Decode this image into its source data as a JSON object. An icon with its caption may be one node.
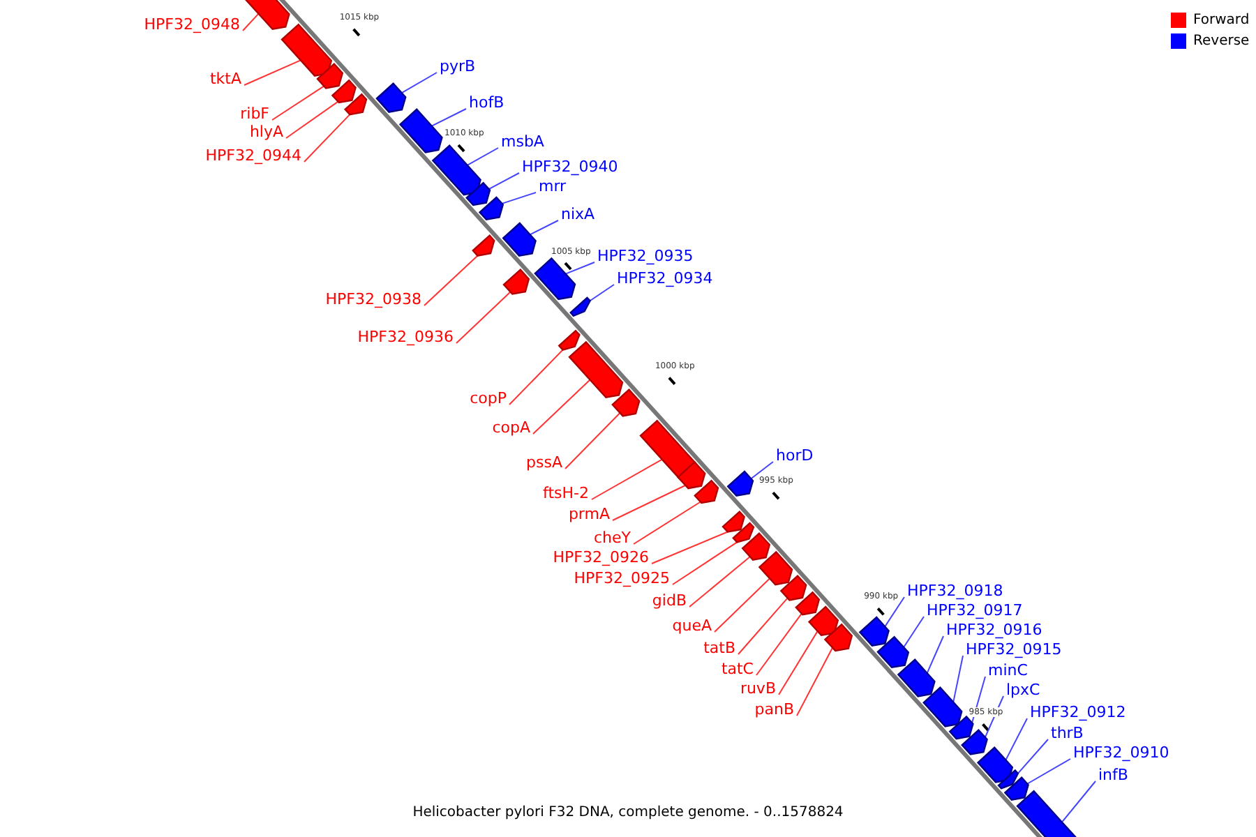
{
  "diagram": {
    "caption": "Helicobacter pylori F32 DNA, complete genome. - 0..1578824",
    "nodes": [
      {
        "text": [
          "HPF32_0948"
        ]
      },
      {
        "text": [],
        "shape": "arrow"
      },
      {
        "text": [
          "tktA"
        ]
      },
      {
        "text": [],
        "shape": "arrow"
      },
      {
        "text": [
          "ribF"
        ]
      },
      {
        "text": [],
        "shape": "arrow"
      },
      {
        "text": [
          "hlyA"
        ]
      },
      {
        "text": [],
        "shape": "arrow"
      },
      {
        "text": [
          "HPF32_0944"
        ]
      },
      {
        "text": [],
        "shape": "arrow"
      },
      {
        "text": [
          "pyrB"
        ]
      },
      {
        "text": [],
        "shape": "arrow"
      },
      {
        "text": [
          "hofB"
        ]
      },
      {
        "text": [],
        "shape": "arrow"
      },
      {
        "text": [
          "msbA"
        ]
      },
      {
        "text": [],
        "shape": "arrow"
      },
      {
        "text": [
          "HPF32_0940"
        ]
      },
      {
        "text": [],
        "shape": "arrow"
      },
      {
        "text": [
          "mrr"
        ]
      },
      {
        "text": [],
        "shape": "arrow"
      },
      {
        "text": [
          "HPF32_0938"
        ]
      },
      {
        "text": [],
        "shape": "arrow"
      },
      {
        "text": [
          "nixA"
        ]
      },
      {
        "text": [],
        "shape": "arrow"
      },
      {
        "text": [
          "HPF32_0936"
        ]
      },
      {
        "text": [],
        "shape": "arrow"
      },
      {
        "text": [
          "HPF32_0935"
        ]
      },
      {
        "text": [],
        "shape": "arrow"
      },
      {
        "text": [
          "HPF32_0934"
        ]
      },
      {
        "text": [],
        "shape": "arrow"
      },
      {
        "text": [
          "copP"
        ]
      },
      {
        "text": [],
        "shape": "arrow"
      },
      {
        "text": [
          "copA"
        ]
      },
      {
        "text": [],
        "shape": "arrow"
      },
      {
        "text": [
          "pssA"
        ]
      },
      {
        "text": [],
        "shape": "arrow"
      },
      {
        "text": [
          "ftsH-2"
        ]
      },
      {
        "text": [],
        "shape": "arrow"
      },
      {
        "text": [
          "prmA"
        ]
      },
      {
        "text": [],
        "shape": "arrow"
      },
      {
        "text": [
          "cheY"
        ]
      },
      {
        "text": [],
        "shape": "arrow"
      },
      {
        "text": [
          "horD"
        ]
      },
      {
        "text": [],
        "shape": "arrow"
      },
      {
        "text": [
          "HPF32_0926"
        ]
      },
      {
        "text": [],
        "shape": "arrow"
      },
      {
        "text": [
          "HPF32_0925"
        ]
      },
      {
        "text": [],
        "shape": "arrow"
      },
      {
        "text": [
          "gidB"
        ]
      },
      {
        "text": [],
        "shape": "arrow"
      },
      {
        "text": [
          "queA"
        ]
      },
      {
        "text": [],
        "shape": "arrow"
      },
      {
        "text": [
          "tatB"
        ]
      },
      {
        "text": [],
        "shape": "arrow"
      },
      {
        "text": [
          "tatC"
        ]
      },
      {
        "text": [],
        "shape": "arrow"
      },
      {
        "text": [
          "ruvB"
        ]
      },
      {
        "text": [],
        "shape": "arrow"
      },
      {
        "text": [
          "panB"
        ]
      },
      {
        "text": [],
        "shape": "arrow"
      },
      {
        "text": [
          "HPF32_0918"
        ]
      },
      {
        "text": [],
        "shape": "arrow"
      },
      {
        "text": [
          "HPF32_0917"
        ]
      },
      {
        "text": [],
        "shape": "arrow"
      },
      {
        "text": [
          "HPF32_0916"
        ]
      },
      {
        "text": [],
        "shape": "arrow"
      },
      {
        "text": [
          "HPF32_0915"
        ]
      },
      {
        "text": [],
        "shape": "arrow"
      },
      {
        "text": [
          "minC"
        ]
      },
      {
        "text": [],
        "shape": "arrow"
      },
      {
        "text": [
          "lpxC"
        ]
      },
      {
        "text": [],
        "shape": "arrow"
      },
      {
        "text": [
          "HPF32_0912"
        ]
      },
      {
        "text": [],
        "shape": "arrow"
      },
      {
        "text": [
          "thrB"
        ]
      },
      {
        "text": [],
        "shape": "arrow"
      },
      {
        "text": [
          "HPF32_0910"
        ]
      },
      {
        "text": [],
        "shape": "arrow"
      },
      {
        "text": [
          "infB"
        ]
      },
      {
        "text": [],
        "shape": "arrow"
      }
    ],
    "edges": [
      {
        "from": 0,
        "to": 1,
        "arrow": "none"
      },
      {
        "from": 2,
        "to": 3,
        "arrow": "none"
      },
      {
        "from": 4,
        "to": 5,
        "arrow": "none"
      },
      {
        "from": 6,
        "to": 7,
        "arrow": "none"
      },
      {
        "from": 8,
        "to": 9,
        "arrow": "none"
      },
      {
        "from": 10,
        "to": 11,
        "arrow": "none",
        "color": "#4444ff"
      },
      {
        "from": 12,
        "to": 13,
        "arrow": "none",
        "color": "#4444ff"
      },
      {
        "from": 14,
        "to": 15,
        "arrow": "none",
        "color": "#4444ff"
      },
      {
        "from": 16,
        "to": 17,
        "arrow": "none",
        "color": "#4444ff"
      },
      {
        "from": 18,
        "to": 19,
        "arrow": "none",
        "color": "#4444ff"
      },
      {
        "from": 20,
        "to": 21,
        "arrow": "none"
      },
      {
        "from": 22,
        "to": 23,
        "arrow": "none",
        "color": "#4444ff"
      },
      {
        "from": 24,
        "to": 25,
        "arrow": "none"
      },
      {
        "from": 26,
        "to": 27,
        "arrow": "none",
        "color": "#4444ff"
      },
      {
        "from": 28,
        "to": 29,
        "arrow": "none",
        "color": "#4444ff"
      },
      {
        "from": 30,
        "to": 31,
        "arrow": "none"
      },
      {
        "from": 32,
        "to": 33,
        "arrow": "none"
      },
      {
        "from": 34,
        "to": 35,
        "arrow": "none"
      },
      {
        "from": 36,
        "to": 37,
        "arrow": "none"
      },
      {
        "from": 38,
        "to": 39,
        "arrow": "none"
      },
      {
        "from": 40,
        "to": 41,
        "arrow": "none"
      },
      {
        "from": 42,
        "to": 43,
        "arrow": "none",
        "color": "#4444ff"
      },
      {
        "from": 44,
        "to": 45,
        "arrow": "none"
      },
      {
        "from": 46,
        "to": 47,
        "arrow": "none"
      },
      {
        "from": 48,
        "to": 49,
        "arrow": "none"
      },
      {
        "from": 50,
        "to": 51,
        "arrow": "none"
      },
      {
        "from": 52,
        "to": 53,
        "arrow": "none"
      },
      {
        "from": 54,
        "to": 55,
        "arrow": "none"
      },
      {
        "from": 56,
        "to": 57,
        "arrow": "none"
      },
      {
        "from": 58,
        "to": 59,
        "arrow": "none"
      },
      {
        "from": 60,
        "to": 61,
        "arrow": "none",
        "color": "#4444ff"
      },
      {
        "from": 62,
        "to": 63,
        "arrow": "none",
        "color": "#4444ff"
      },
      {
        "from": 64,
        "to": 65,
        "arrow": "none",
        "color": "#4444ff"
      },
      {
        "from": 66,
        "to": 67,
        "arrow": "none",
        "color": "#4444ff"
      },
      {
        "from": 68,
        "to": 69,
        "arrow": "none",
        "color": "#4444ff"
      },
      {
        "from": 70,
        "to": 71,
        "arrow": "none",
        "color": "#4444ff"
      },
      {
        "from": 72,
        "to": 73,
        "arrow": "none",
        "color": "#4444ff"
      },
      {
        "from": 74,
        "to": 75,
        "arrow": "none",
        "color": "#4444ff"
      },
      {
        "from": 76,
        "to": 77,
        "arrow": "none",
        "color": "#4444ff"
      },
      {
        "from": 78,
        "to": 79,
        "arrow": "none",
        "color": "#4444ff"
      }
    ],
    "labels": [
      "1015 kbp",
      "1010 kbp",
      "1005 kbp",
      "1000 kbp",
      "995 kbp",
      "990 kbp",
      "985 kbp"
    ],
    "legend": [
      {
        "text": "Forward",
        "color": "#ff0000"
      },
      {
        "text": "Reverse",
        "color": "#0000ff"
      }
    ]
  }
}
